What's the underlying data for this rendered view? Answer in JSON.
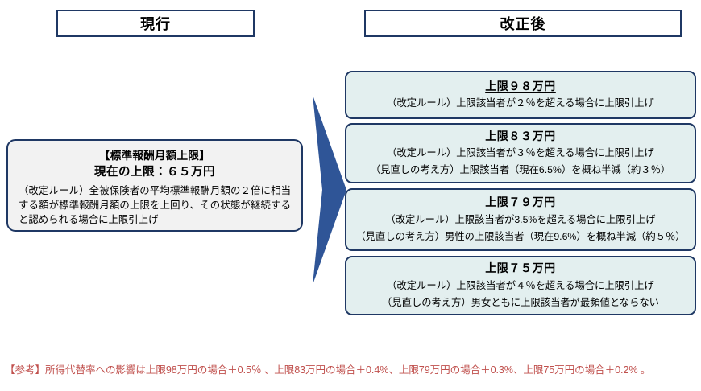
{
  "headers": {
    "current": "現行",
    "revised": "改正後"
  },
  "current_panel": {
    "title": "【標準報酬月額上限】",
    "amount": "現在の上限：６５万円",
    "body": "（改定ルール）全被保険者の平均標準報酬月額の２倍に相当する額が標準報酬月額の上限を上回り、その状態が継続すると認められる場合に上限引上げ"
  },
  "arrow": {
    "name": "right-arrow",
    "color": "#2F5597"
  },
  "revised_boxes": [
    {
      "title": "上限９８万円",
      "lines": [
        "（改定ルール）上限該当者が２％を超える場合に上限引上げ"
      ]
    },
    {
      "title": "上限８３万円",
      "lines": [
        "（改定ルール）上限該当者が３％を超える場合に上限引上げ",
        "（見直しの考え方）上限該当者（現在6.5%）を概ね半減（約３％）"
      ]
    },
    {
      "title": "上限７９万円",
      "lines": [
        "（改定ルール）上限該当者が3.5%を超える場合に上限引上げ",
        "（見直しの考え方）男性の上限該当者（現在9.6%）を概ね半減（約５％）"
      ]
    },
    {
      "title": "上限７５万円",
      "lines": [
        "（改定ルール）上限該当者が４％を超える場合に上限引上げ",
        "（見直しの考え方）男女ともに上限該当者が最頻値とならない"
      ]
    }
  ],
  "footnote": {
    "text": "【参考】所得代替率への影響は上限98万円の場合＋0.5％ 、上限83万円の場合＋0.4%、上限79万円の場合＋0.3%、上限75万円の場合＋0.2% 。",
    "color": "#C0504D"
  },
  "colors": {
    "border_navy": "#1F3864",
    "box_fill": "#E3EFEF",
    "panel_fill": "#F2F2F2",
    "arrow_blue": "#2F5597",
    "footnote_red": "#C0504D"
  }
}
